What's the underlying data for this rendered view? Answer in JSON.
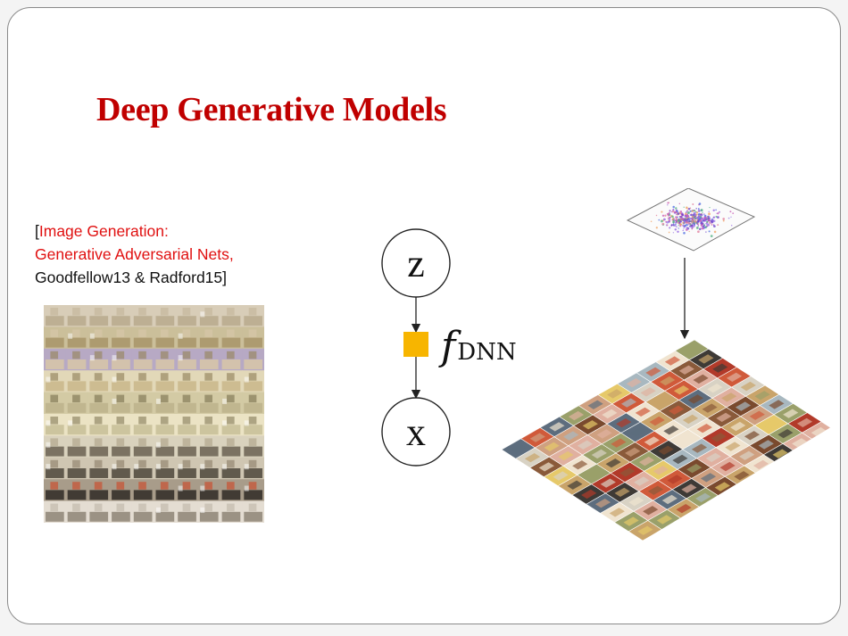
{
  "slide": {
    "title": "Deep Generative Models",
    "citation": {
      "open_bracket": "[",
      "line1_red": "Image Generation:",
      "line2_red": "Generative Adversarial Nets,",
      "line3": "Goodfellow13 & Radford15]"
    },
    "diagram": {
      "latent_node_label": "z",
      "function_label_main": "f",
      "function_label_sub": "DNN",
      "observed_node_label": "x",
      "function_node_color": "#f7b500"
    },
    "colors": {
      "title": "#c00000",
      "citation_highlight": "#e01010"
    }
  }
}
